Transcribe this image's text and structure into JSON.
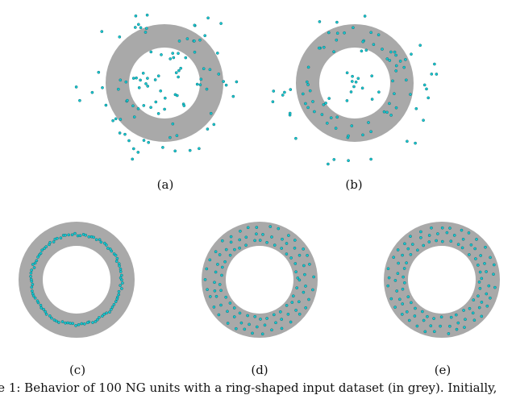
{
  "panels": [
    {
      "id": "a",
      "label": "(a)",
      "state": "scattered",
      "unit_count": 100
    },
    {
      "id": "b",
      "label": "(b)",
      "state": "partially-converged",
      "unit_count": 100
    },
    {
      "id": "c",
      "label": "(c)",
      "state": "collapsed-to-ring",
      "unit_count": 100
    },
    {
      "id": "d",
      "label": "(d)",
      "state": "spread-over-ring",
      "unit_count": 100
    },
    {
      "id": "e",
      "label": "(e)",
      "state": "spread-over-ring",
      "unit_count": 100
    }
  ],
  "colors": {
    "ring": "#a9a9a9",
    "unit": "#18c8d0",
    "unit_edge": "#0a6f78"
  },
  "caption": "re 1:  Behavior of 100 NG units with a ring-shaped input dataset (in grey). Initially,"
}
